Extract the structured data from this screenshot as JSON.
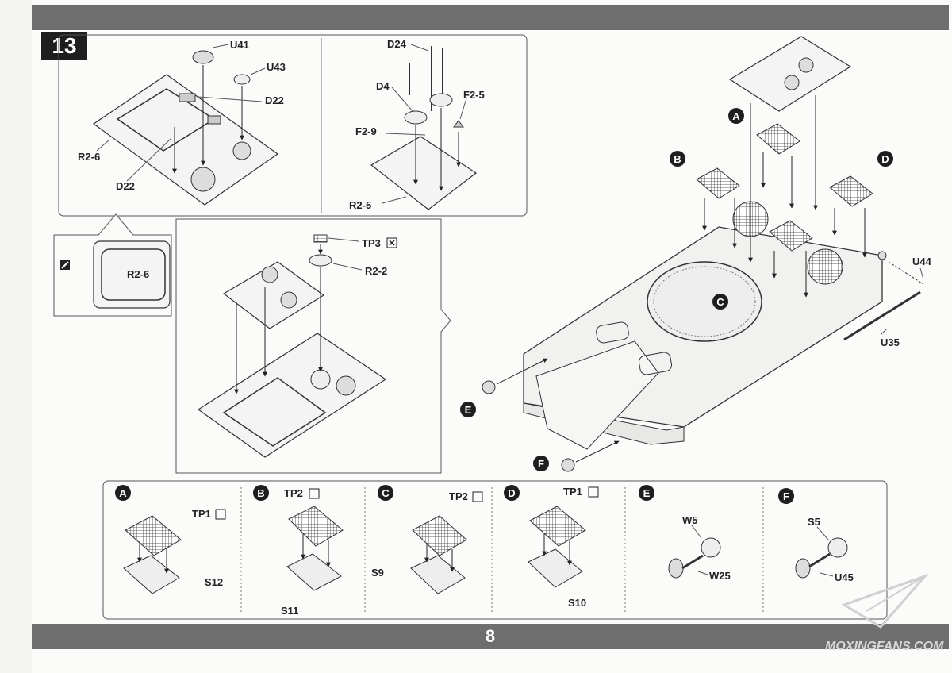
{
  "step": {
    "number": "13"
  },
  "page": {
    "number": "8"
  },
  "watermark": {
    "text": "MOXINGFANS.COM"
  },
  "panel_top_left": {
    "labels": {
      "u41": "U41",
      "u43": "U43",
      "d22_a": "D22",
      "r2_6": "R2-6",
      "d22_b": "D22"
    }
  },
  "panel_top_mid": {
    "labels": {
      "d24": "D24",
      "d4": "D4",
      "f2_5": "F2-5",
      "f2_9": "F2-9",
      "r2_5": "R2-5"
    }
  },
  "detail_inset": {
    "label": "R2-6"
  },
  "panel_center": {
    "labels": {
      "tp3": "TP3",
      "r2_2": "R2-2"
    }
  },
  "main_assembly": {
    "callouts": {
      "a": "A",
      "b": "B",
      "c": "C",
      "d": "D",
      "e": "E",
      "f": "F"
    },
    "labels": {
      "u44": "U44",
      "u35": "U35"
    }
  },
  "sub_assemblies": [
    {
      "id": "A",
      "top": "TP1",
      "bottom": "S12"
    },
    {
      "id": "B",
      "top": "TP2",
      "bottom": "S11"
    },
    {
      "id": "C",
      "top": "TP2",
      "bottom": "S9"
    },
    {
      "id": "D",
      "top": "TP1",
      "bottom": "S10"
    },
    {
      "id": "E",
      "top": "W5",
      "bottom": "W25"
    },
    {
      "id": "F",
      "top": "S5",
      "bottom": "U45"
    }
  ],
  "colors": {
    "bar": "#6e6e6e",
    "step_bg": "#1e1e1e",
    "ink": "#222222"
  }
}
